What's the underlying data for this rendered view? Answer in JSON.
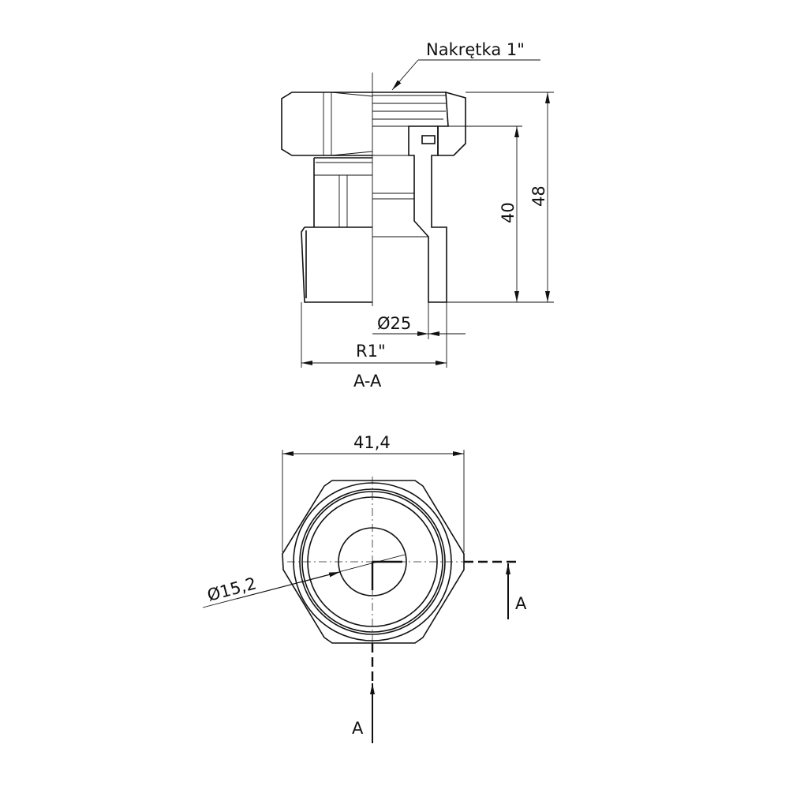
{
  "section_view": {
    "callout": "Nakrętka 1\"",
    "dim_total_height": "48",
    "dim_inner_height": "40",
    "dim_bore": "Ø25",
    "dim_thread": "R1\"",
    "title": "A-A"
  },
  "end_view": {
    "dim_across_corners": "41,4",
    "dim_hole": "Ø15,2",
    "section_marker_right": "A",
    "section_marker_bottom": "A"
  },
  "colors": {
    "line": "#111111",
    "background": "#ffffff"
  }
}
